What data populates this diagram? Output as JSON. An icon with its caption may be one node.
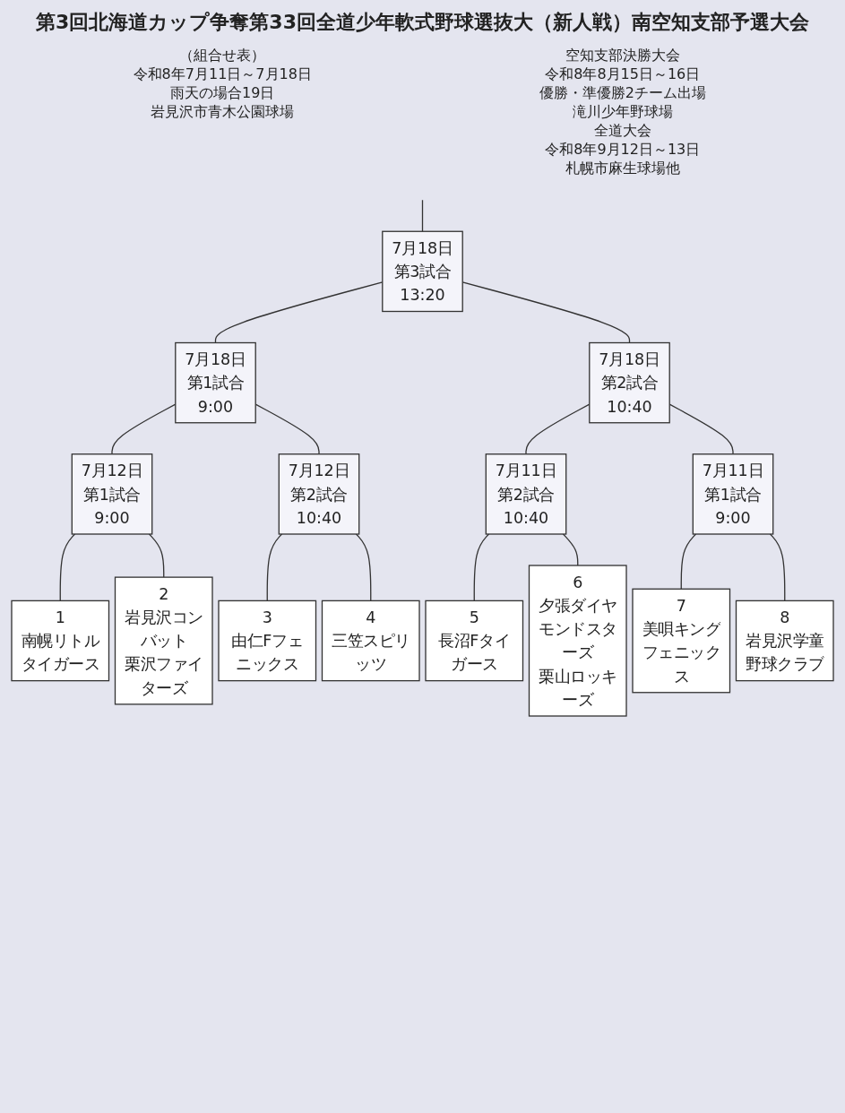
{
  "diagram": {
    "title": "第3回北海道カップ争奪第33回全道少年軟式野球選抜大（新人戦）南空知支部予選大会",
    "nodes": [
      {
        "text": [
          "7月18日",
          "第3試合",
          "13:20"
        ]
      },
      {
        "text": [
          "7月18日",
          "第1試合",
          "9:00"
        ]
      },
      {
        "text": [
          "7月18日",
          "第2試合",
          "10:40"
        ]
      },
      {
        "text": [
          "7月12日",
          "第1試合",
          "9:00"
        ]
      },
      {
        "text": [
          "7月12日",
          "第2試合",
          "10:40"
        ]
      },
      {
        "text": [
          "7月11日",
          "第2試合",
          "10:40"
        ]
      },
      {
        "text": [
          "7月11日",
          "第1試合",
          "9:00"
        ]
      },
      {
        "text": [
          "1",
          "南幌リトルタイガース"
        ]
      },
      {
        "text": [
          "2",
          "岩見沢コンバット",
          "栗沢ファイターズ"
        ]
      },
      {
        "text": [
          "3",
          "由仁Fフェニックス"
        ]
      },
      {
        "text": [
          "4",
          "三笠スピリッツ"
        ]
      },
      {
        "text": [
          "5",
          "長沼Fタイガース"
        ]
      },
      {
        "text": [
          "6",
          "夕張ダイヤモンドスターズ",
          "栗山ロッキーズ"
        ]
      },
      {
        "text": [
          "7",
          "美唄キングフェニックス"
        ]
      },
      {
        "text": [
          "8",
          "岩見沢学童野球クラブ"
        ]
      }
    ],
    "edges": [
      {
        "from": null,
        "to": 0,
        "arrow": "none"
      },
      {
        "from": 0,
        "to": 1,
        "arrow": "none"
      },
      {
        "from": 0,
        "to": 2,
        "arrow": "none"
      },
      {
        "from": 1,
        "to": 3,
        "arrow": "none"
      },
      {
        "from": 1,
        "to": 4,
        "arrow": "none"
      },
      {
        "from": 2,
        "to": 5,
        "arrow": "none"
      },
      {
        "from": 2,
        "to": 6,
        "arrow": "none"
      },
      {
        "from": 3,
        "to": 7,
        "arrow": "none"
      },
      {
        "from": 3,
        "to": 8,
        "arrow": "none"
      },
      {
        "from": 4,
        "to": 9,
        "arrow": "none"
      },
      {
        "from": 4,
        "to": 10,
        "arrow": "none"
      },
      {
        "from": 5,
        "to": 11,
        "arrow": "none"
      },
      {
        "from": 5,
        "to": 12,
        "arrow": "none"
      },
      {
        "from": 6,
        "to": 13,
        "arrow": "none"
      },
      {
        "from": 6,
        "to": 14,
        "arrow": "none"
      }
    ],
    "labels": [
      "（組合せ表）",
      "令和8年7月11日～7月18日",
      "雨天の場合19日",
      "岩見沢市青木公園球場",
      "空知支部決勝大会",
      "令和8年8月15日～16日",
      "優勝・準優勝2チーム出場",
      "滝川少年野球場",
      "全道大会",
      "令和8年9月12日～13日",
      "札幌市麻生球場他"
    ]
  }
}
